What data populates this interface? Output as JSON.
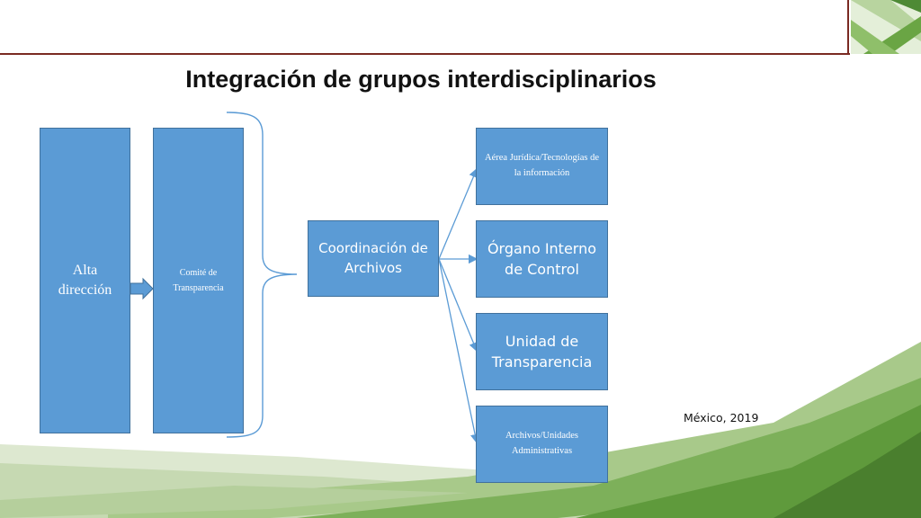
{
  "slide": {
    "title": "Integración de grupos interdisciplinarios",
    "footer_note": "México, 2019"
  },
  "diagram": {
    "nodes": {
      "alta": "Alta dirección",
      "comite": "Comité de Transparencia",
      "coordinacion": "Coordinación de Archivos",
      "juridica": "Aérea Jurídica/Tecnologías de la información",
      "oic": "Órgano Interno de Control",
      "unidad": "Unidad de Transparencia",
      "archivos": "Archivos/Unidades Administrativas"
    }
  },
  "colors": {
    "box_fill": "#5b9bd5",
    "box_border": "#41719c",
    "header_rule": "#7a2a22",
    "green_dark": "#4e8a35",
    "green_light": "#c9ddb8"
  }
}
